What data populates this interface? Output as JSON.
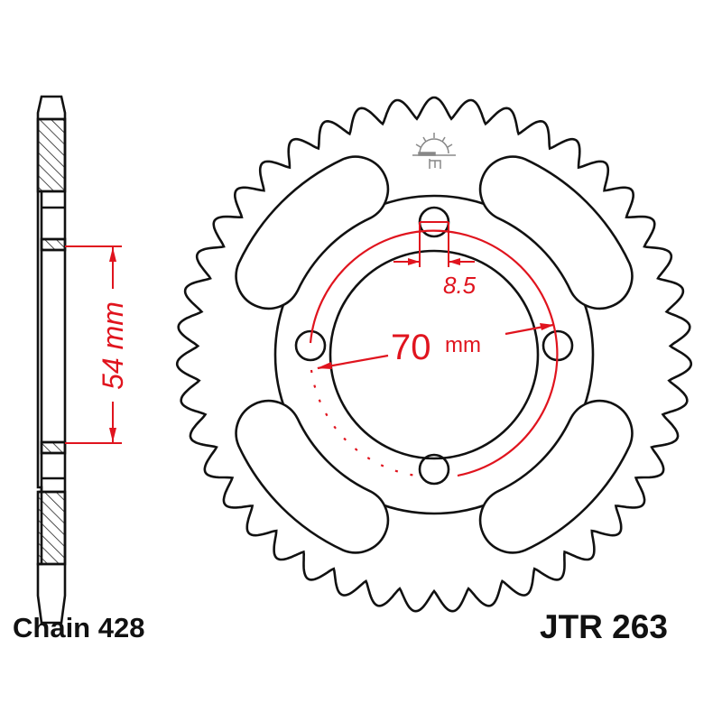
{
  "labels": {
    "chain": "Chain 428",
    "model": "JTR 263"
  },
  "dimensions": {
    "hub_height": "54 mm",
    "bolt_circle": "70",
    "bolt_circle_unit": "mm",
    "bolt_hole": "8.5"
  },
  "logo": {
    "icon": "jt-sprockets-sun-logo"
  },
  "colors": {
    "outline": "#111111",
    "dimension": "#e0141e",
    "logo": "#888888"
  }
}
